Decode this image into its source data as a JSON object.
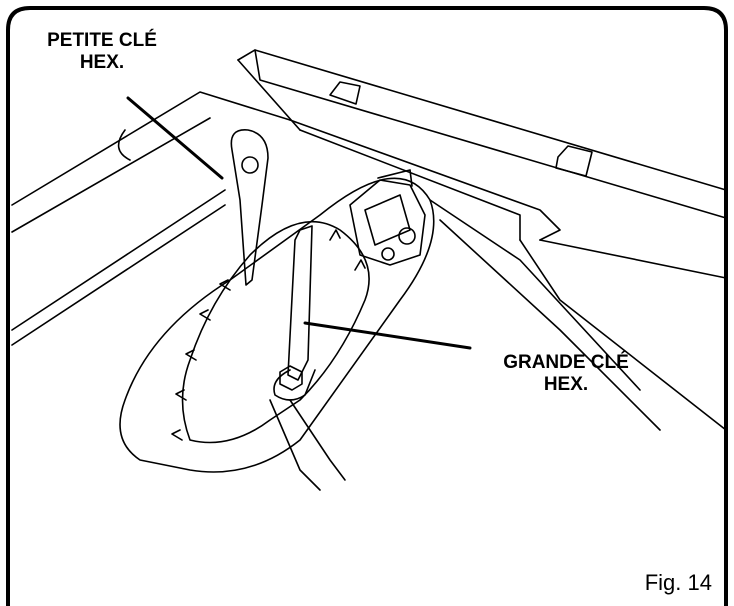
{
  "labels": {
    "small_key": {
      "line1": "PETITE CLÉ",
      "line2": "HEX."
    },
    "large_key": {
      "line1": "GRANDE CLÉ",
      "line2": "HEX."
    }
  },
  "figure": {
    "caption": "Fig. 14"
  },
  "colors": {
    "stroke": "#000000",
    "background": "#ffffff"
  }
}
